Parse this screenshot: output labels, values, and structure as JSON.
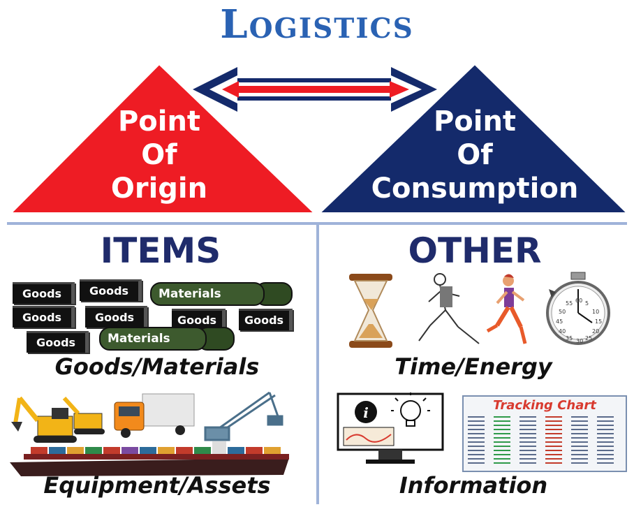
{
  "title": "Logistics",
  "origin": {
    "lines": [
      "Point",
      "Of",
      "Origin"
    ],
    "color": "#ee1c24"
  },
  "consumption": {
    "lines": [
      "Point",
      "Of",
      "Consumption"
    ],
    "color": "#142a6b"
  },
  "items": {
    "heading": "ITEMS",
    "goods_label": "Goods",
    "materials_label": "Materials",
    "caption_goods": "Goods/Materials",
    "caption_equipment": "Equipment/Assets"
  },
  "other": {
    "heading": "OTHER",
    "caption_time": "Time/Energy",
    "caption_info": "Information",
    "tracking_chart_title": "Tracking Chart",
    "stopwatch_numbers": [
      "5",
      "10",
      "15",
      "20",
      "25",
      "30",
      "35",
      "40",
      "45",
      "50",
      "55",
      "60"
    ]
  },
  "colors": {
    "title": "#2a62b3",
    "heading": "#1f2b6b",
    "divider": "#9fb3d9"
  }
}
